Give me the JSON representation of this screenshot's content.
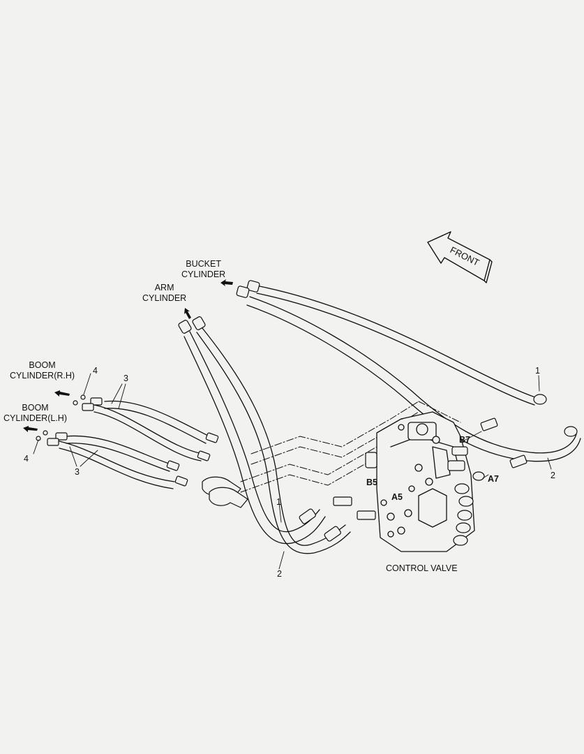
{
  "labels": {
    "bucket_cylinder": [
      "BUCKET",
      "CYLINDER"
    ],
    "arm_cylinder": [
      "ARM",
      "CYLINDER"
    ],
    "boom_rh": [
      "BOOM",
      "CYLINDER(R.H)"
    ],
    "boom_lh": [
      "BOOM",
      "CYLINDER(L.H)"
    ],
    "control_valve": "CONTROL VALVE",
    "front": "FRONT"
  },
  "ports": {
    "b7": "B7",
    "a7": "A7",
    "b5": "B5",
    "a5": "A5"
  },
  "callouts": {
    "c1_top": "1",
    "c2_right": "2",
    "c1_mid": "1",
    "c2_bottom": "2",
    "c3_upper": "3",
    "c3_lower": "3",
    "c4_upper": "4",
    "c4_lower": "4"
  }
}
